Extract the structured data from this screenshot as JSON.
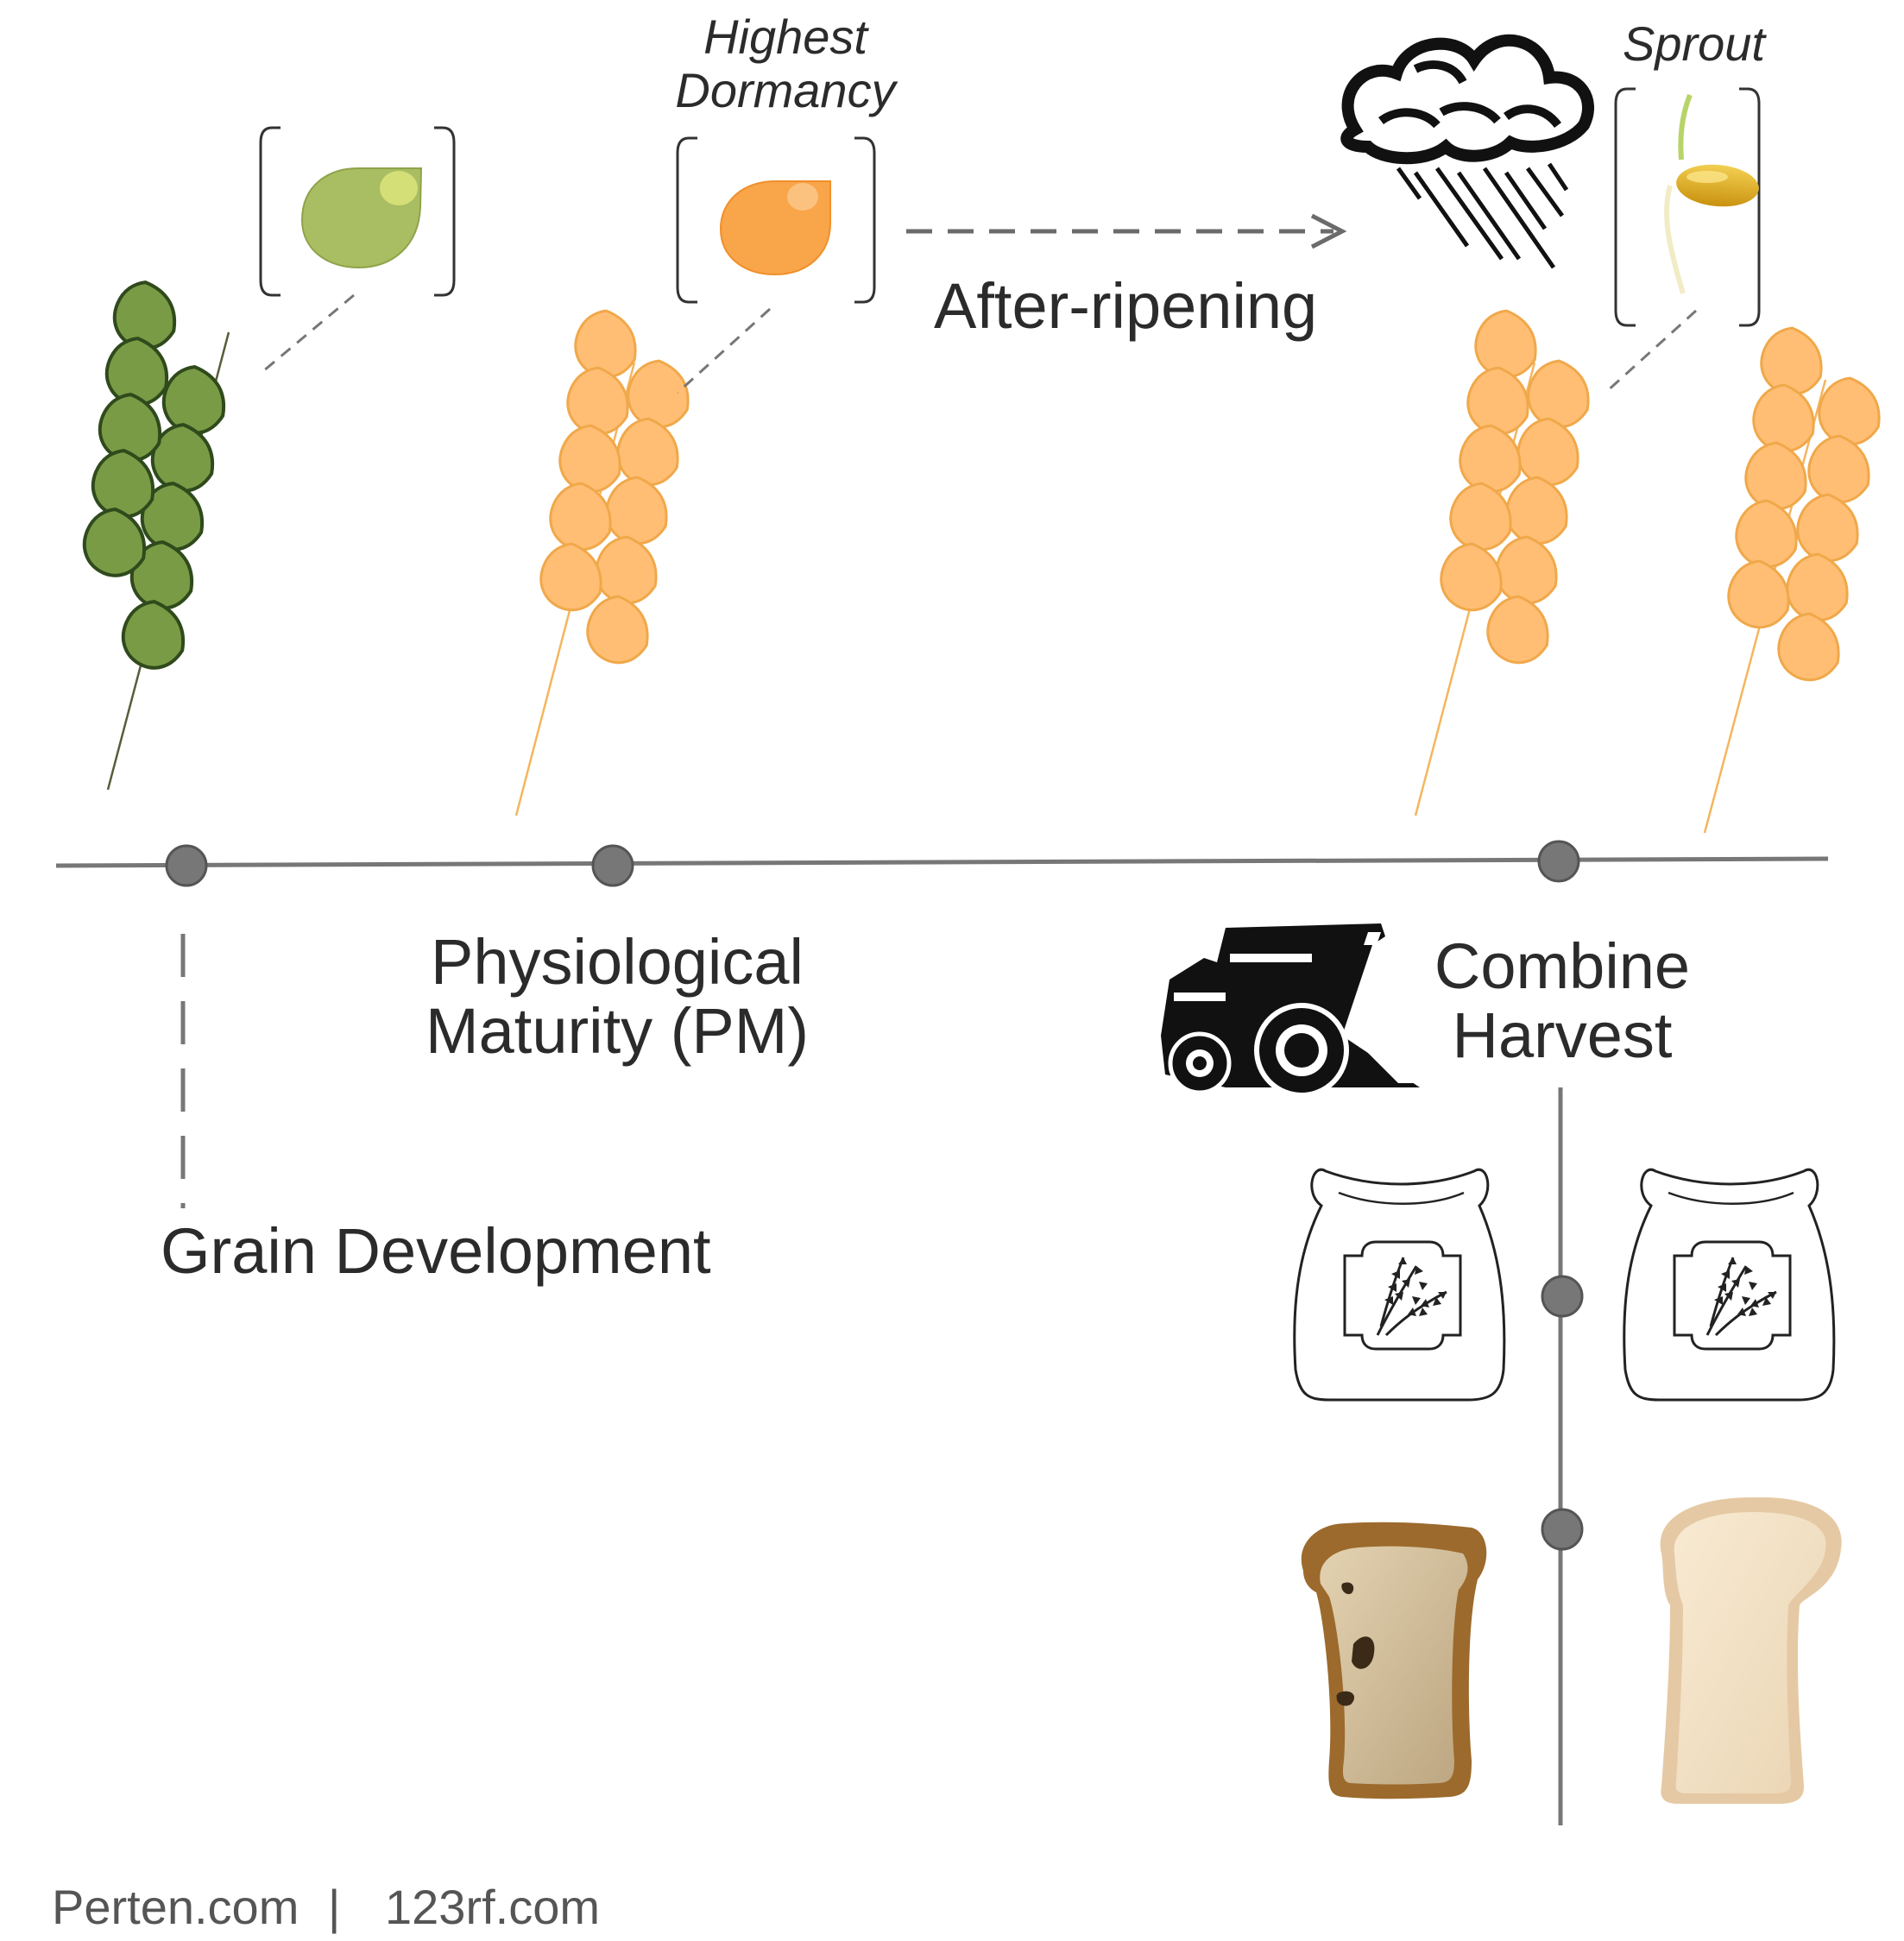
{
  "labels": {
    "highest_dormancy_line1": "Highest",
    "highest_dormancy_line2": "Dormancy",
    "sprout": "Sprout",
    "after_ripening": "After-ripening",
    "pm_line1": "Physiological",
    "pm_line2": "Maturity (PM)",
    "combine_line1": "Combine",
    "combine_line2": "Harvest",
    "grain_development": "Grain Development"
  },
  "footer": {
    "source1": "Perten.com",
    "separator": "|",
    "source2": "123rf.com"
  },
  "colors": {
    "green_fill": "#7a9b45",
    "green_stroke": "#2f4a1c",
    "orange_fill": "#ffbe74",
    "orange_stroke": "#f0a84a",
    "grain_green": "#a9bd62",
    "grain_orange": "#f9a54a",
    "timeline": "#777777",
    "node": "#777777"
  },
  "icons": [
    "rain-cloud-icon",
    "sprouting-seed-icon",
    "combine-harvester-icon",
    "grain-sack-icon",
    "bread-slice-icon"
  ]
}
